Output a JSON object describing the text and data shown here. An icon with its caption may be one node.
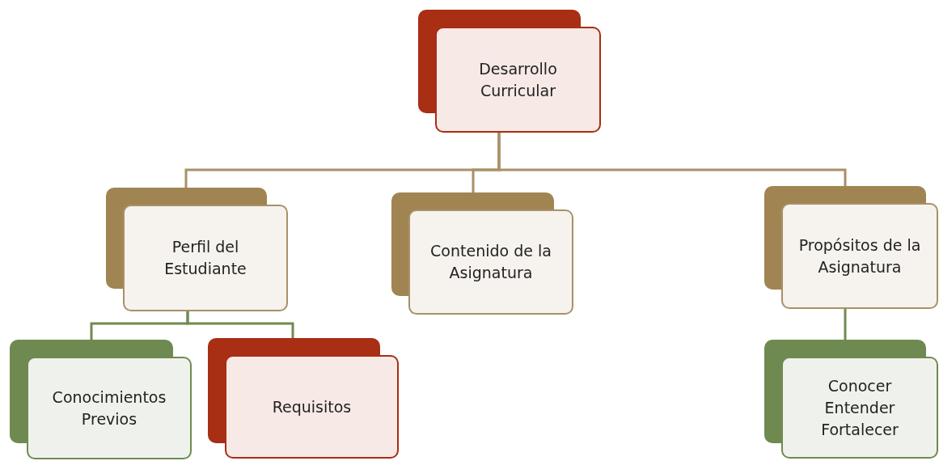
{
  "diagram": {
    "nodes": [
      {
        "text": [
          "Desarrollo Curricular"
        ]
      },
      {
        "text": [
          "Perfil del Estudiante"
        ]
      },
      {
        "text": [
          "Contenido de la Asignatura"
        ]
      },
      {
        "text": [
          "Propósitos de la Asignatura"
        ]
      },
      {
        "text": [
          "Conocimientos Previos"
        ]
      },
      {
        "text": [
          "Requisitos"
        ]
      },
      {
        "text": [
          "Conocer Entender Fortalecer"
        ]
      }
    ],
    "edges": [
      {
        "from": 0,
        "to": 1,
        "arrow": "none",
        "color": "#a89068"
      },
      {
        "from": 0,
        "to": 2,
        "arrow": "none",
        "color": "#a89068"
      },
      {
        "from": 0,
        "to": 3,
        "arrow": "none",
        "color": "#a89068"
      },
      {
        "from": 1,
        "to": 4,
        "arrow": "none",
        "color": "#6f8a50"
      },
      {
        "from": 1,
        "to": 5,
        "arrow": "none",
        "color": "#6f8a50"
      },
      {
        "from": 3,
        "to": 6,
        "arrow": "none",
        "color": "#6f8a50"
      }
    ]
  }
}
